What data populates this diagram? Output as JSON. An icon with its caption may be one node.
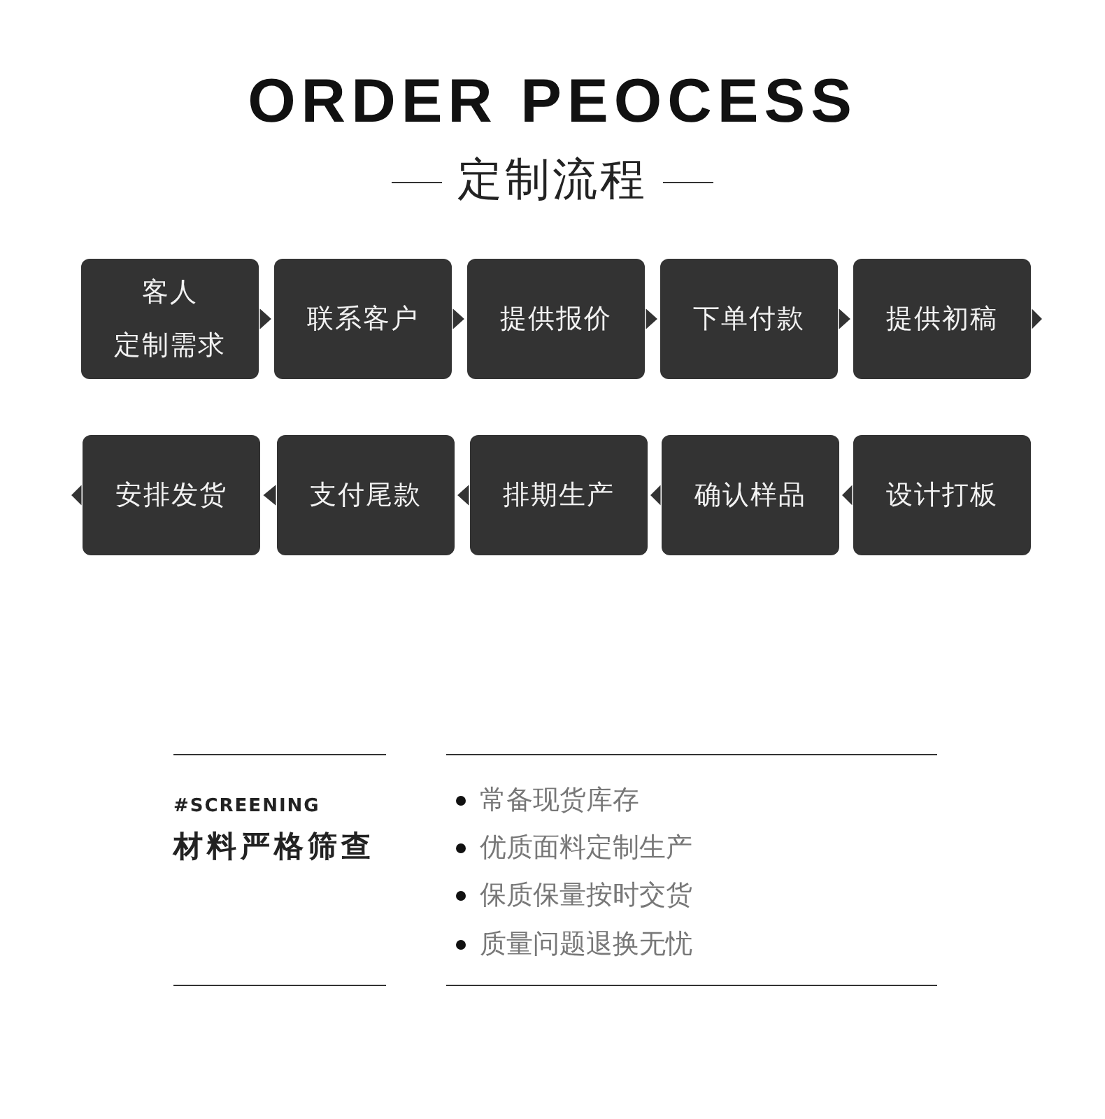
{
  "diagram": {
    "title": "ORDER PEOCESS",
    "nodes": [
      {
        "text": [
          "客人",
          "定制需求"
        ]
      },
      {
        "text": [
          "联系客户"
        ]
      },
      {
        "text": [
          "提供报价"
        ]
      },
      {
        "text": [
          "下单付款"
        ]
      },
      {
        "text": [
          "提供初稿"
        ]
      },
      {
        "text": [
          "设计打板"
        ]
      },
      {
        "text": [
          "确认样品"
        ]
      },
      {
        "text": [
          "排期生产"
        ]
      },
      {
        "text": [
          "支付尾款"
        ]
      },
      {
        "text": [
          "安排发货"
        ]
      }
    ],
    "edges": [
      {
        "from": 0,
        "to": 1,
        "arrow": "to"
      },
      {
        "from": 1,
        "to": 2,
        "arrow": "to"
      },
      {
        "from": 2,
        "to": 3,
        "arrow": "to"
      },
      {
        "from": 3,
        "to": 4,
        "arrow": "to"
      },
      {
        "from": 4,
        "to": null,
        "arrow": "to"
      },
      {
        "from": 5,
        "to": 6,
        "arrow": "to"
      },
      {
        "from": 6,
        "to": 7,
        "arrow": "to"
      },
      {
        "from": 7,
        "to": 8,
        "arrow": "to"
      },
      {
        "from": 8,
        "to": 9,
        "arrow": "to"
      },
      {
        "from": 9,
        "to": null,
        "arrow": "to"
      }
    ],
    "labels": [
      "定制流程",
      "#SCREENING",
      "材料严格筛查",
      "常备现货库存",
      "优质面料定制生产",
      "保质保量按时交货",
      "质量问题退换无忧"
    ]
  }
}
